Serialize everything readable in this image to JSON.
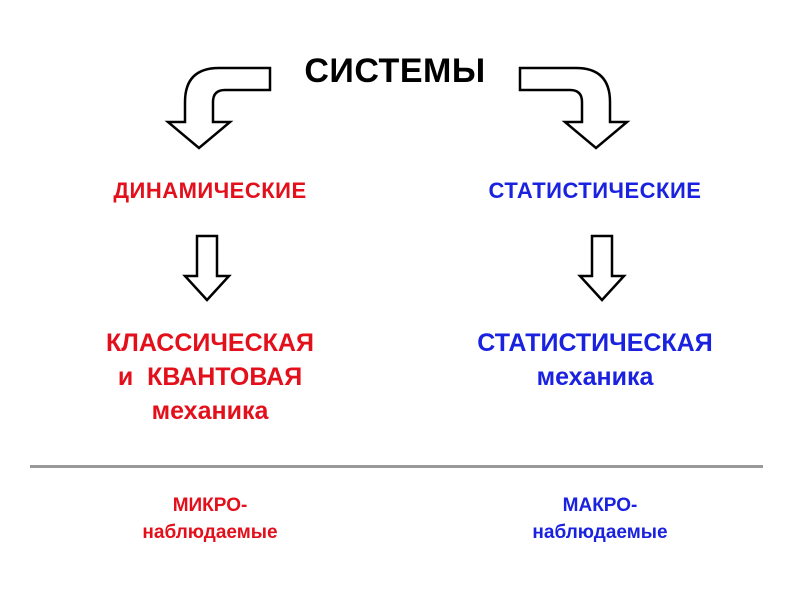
{
  "title": "СИСТЕМЫ",
  "left": {
    "category": "ДИНАМИЧЕСКИЕ",
    "theory_lines": [
      "КЛАССИЧЕСКАЯ",
      "и  КВАНТОВАЯ",
      "механика"
    ],
    "observables_lines": [
      "МИКРО-",
      "наблюдаемые"
    ]
  },
  "right": {
    "category": "СТАТИСТИЧЕСКИЕ",
    "theory_lines": [
      "СТАТИСТИЧЕСКАЯ",
      "механика"
    ],
    "observables_lines": [
      "МАКРО-",
      "наблюдаемые"
    ]
  },
  "colors": {
    "left_text": "#e3101c",
    "right_text": "#1a22e0",
    "title_text": "#000000",
    "divider": "#999999",
    "arrow_outline": "#000000"
  },
  "icons": [
    "curved-arrow-left-down-icon",
    "curved-arrow-right-down-icon",
    "down-arrow-icon"
  ]
}
